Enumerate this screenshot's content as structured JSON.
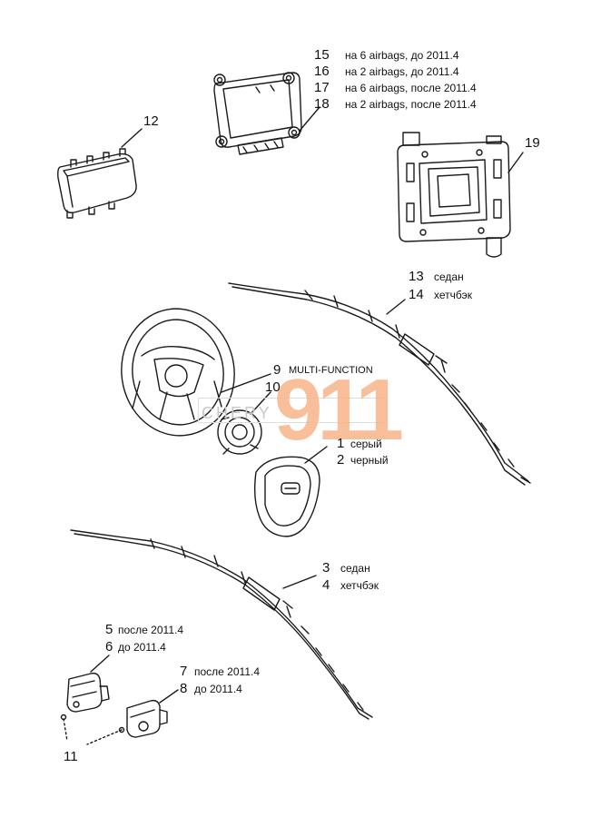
{
  "watermark": {
    "brand": "CHERY",
    "number": "911",
    "color": "#f7b489"
  },
  "callouts": [
    {
      "id": "c15",
      "num": "15",
      "text": "на 6 airbags, до 2011.4"
    },
    {
      "id": "c16",
      "num": "16",
      "text": "на 2 airbags, до 2011.4"
    },
    {
      "id": "c17",
      "num": "17",
      "text": "на 6 airbags, после 2011.4"
    },
    {
      "id": "c18",
      "num": "18",
      "text": "на 2 airbags, после 2011.4"
    },
    {
      "id": "c12",
      "num": "12",
      "text": ""
    },
    {
      "id": "c19",
      "num": "19",
      "text": ""
    },
    {
      "id": "c13",
      "num": "13",
      "text": "седан"
    },
    {
      "id": "c14",
      "num": "14",
      "text": "хетчбэк"
    },
    {
      "id": "c9",
      "num": "9",
      "text": "MULTI-FUNCTION"
    },
    {
      "id": "c10",
      "num": "10",
      "text": ""
    },
    {
      "id": "c1",
      "num": "1",
      "text": "серый"
    },
    {
      "id": "c2",
      "num": "2",
      "text": "черный"
    },
    {
      "id": "c3",
      "num": "3",
      "text": "седан"
    },
    {
      "id": "c4",
      "num": "4",
      "text": "хетчбэк"
    },
    {
      "id": "c5",
      "num": "5",
      "text": "после 2011.4"
    },
    {
      "id": "c6",
      "num": "6",
      "text": "до 2011.4"
    },
    {
      "id": "c7",
      "num": "7",
      "text": "после 2011.4"
    },
    {
      "id": "c8",
      "num": "8",
      "text": "до 2011.4"
    },
    {
      "id": "c11",
      "num": "11",
      "text": ""
    }
  ]
}
